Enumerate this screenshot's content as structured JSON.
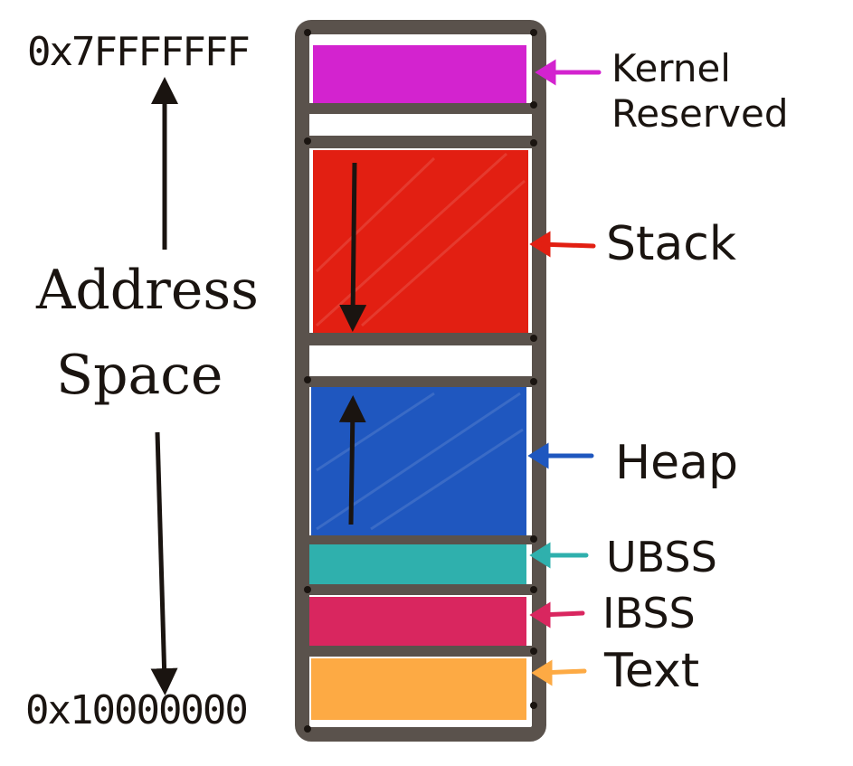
{
  "address_top": "0x7FFFFFFF",
  "address_bottom": "0x10000000",
  "title": {
    "line1": "Address",
    "line2": "Space"
  },
  "segments": {
    "kernel": {
      "label_line1": "Kernel",
      "label_line2": "Reserved",
      "color": "#d323cf"
    },
    "stack": {
      "label": "Stack",
      "color": "#e21f12"
    },
    "heap": {
      "label": "Heap",
      "color": "#1f57bf"
    },
    "ubss": {
      "label": "UBSS",
      "color": "#2fb0ad"
    },
    "ibss": {
      "label": "IBSS",
      "color": "#d9265f"
    },
    "text": {
      "label": "Text",
      "color": "#fdaa44"
    }
  },
  "frame_color": "#5a524c",
  "ink_color": "#1a1410"
}
